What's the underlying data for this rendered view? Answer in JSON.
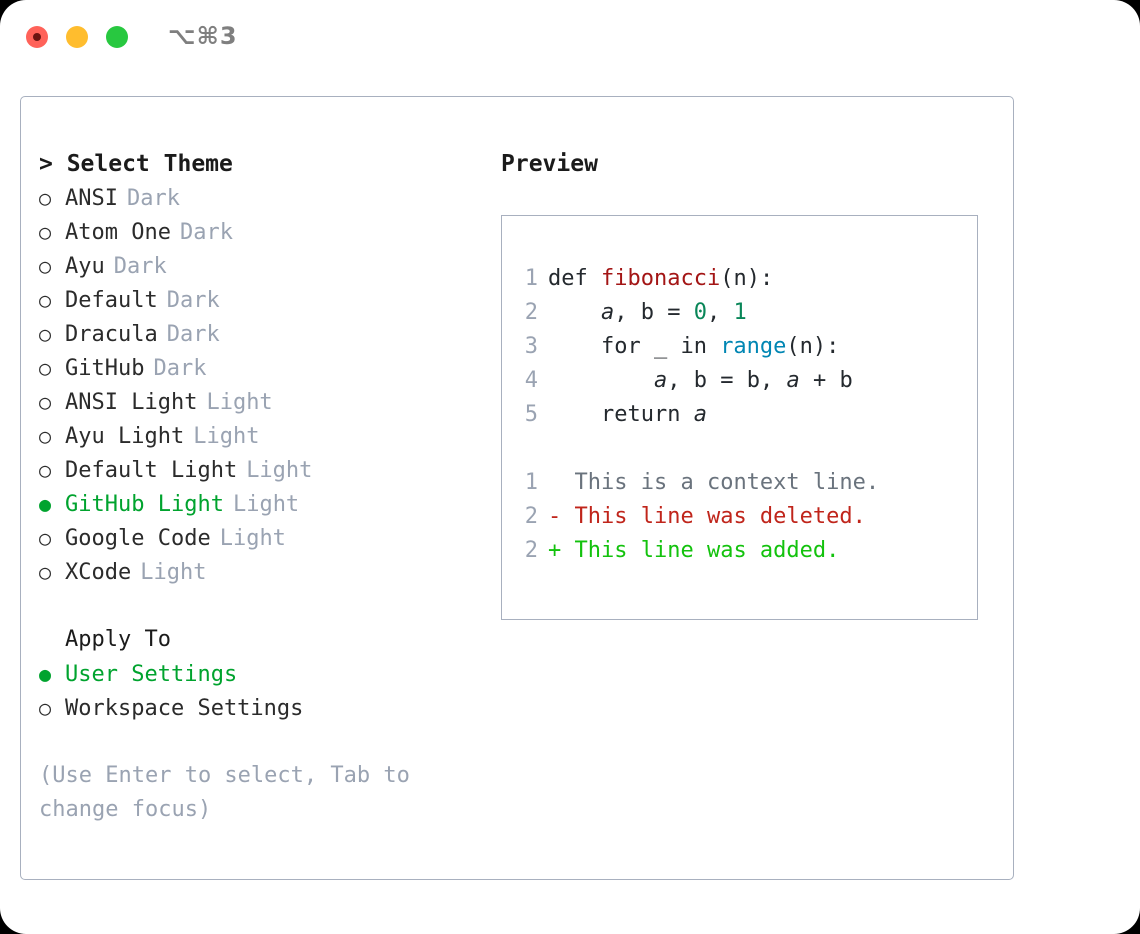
{
  "titlebar": {
    "shortcut": "⌥⌘3",
    "lights": [
      {
        "name": "close-button",
        "color": "#ff6259"
      },
      {
        "name": "minimize-button",
        "color": "#ffbd2e"
      },
      {
        "name": "maximize-button",
        "color": "#28c840"
      }
    ]
  },
  "theme_picker": {
    "header": "> Select Theme",
    "items": [
      {
        "bullet": "○",
        "name": "ANSI",
        "tag": "Dark",
        "selected": false
      },
      {
        "bullet": "○",
        "name": "Atom One",
        "tag": "Dark",
        "selected": false
      },
      {
        "bullet": "○",
        "name": "Ayu",
        "tag": "Dark",
        "selected": false
      },
      {
        "bullet": "○",
        "name": "Default",
        "tag": "Dark",
        "selected": false
      },
      {
        "bullet": "○",
        "name": "Dracula",
        "tag": "Dark",
        "selected": false
      },
      {
        "bullet": "○",
        "name": "GitHub",
        "tag": "Dark",
        "selected": false
      },
      {
        "bullet": "○",
        "name": "ANSI Light",
        "tag": "Light",
        "selected": false
      },
      {
        "bullet": "○",
        "name": "Ayu Light",
        "tag": "Light",
        "selected": false
      },
      {
        "bullet": "○",
        "name": "Default Light",
        "tag": "Light",
        "selected": false
      },
      {
        "bullet": "●",
        "name": "GitHub Light",
        "tag": "Light",
        "selected": true
      },
      {
        "bullet": "○",
        "name": "Google Code",
        "tag": "Light",
        "selected": false
      },
      {
        "bullet": "○",
        "name": "XCode",
        "tag": "Light",
        "selected": false
      }
    ]
  },
  "apply_to": {
    "header": "Apply To",
    "items": [
      {
        "bullet": "●",
        "name": "User Settings",
        "selected": true
      },
      {
        "bullet": "○",
        "name": "Workspace Settings",
        "selected": false
      }
    ]
  },
  "hint": "(Use Enter to select, Tab to change focus)",
  "preview": {
    "title": "Preview",
    "code_lines": [
      {
        "no": "1",
        "segments": [
          {
            "t": "def ",
            "c": "plain"
          },
          {
            "t": "fibonacci",
            "c": "func"
          },
          {
            "t": "(n):",
            "c": "plain"
          }
        ]
      },
      {
        "no": "2",
        "segments": [
          {
            "t": "    ",
            "c": "plain"
          },
          {
            "t": "a",
            "c": "var"
          },
          {
            "t": ", ",
            "c": "plain"
          },
          {
            "t": "b",
            "c": "plain"
          },
          {
            "t": " = ",
            "c": "plain"
          },
          {
            "t": "0",
            "c": "num"
          },
          {
            "t": ", ",
            "c": "plain"
          },
          {
            "t": "1",
            "c": "num"
          }
        ]
      },
      {
        "no": "3",
        "segments": [
          {
            "t": "    for _ in ",
            "c": "plain"
          },
          {
            "t": "range",
            "c": "call"
          },
          {
            "t": "(n):",
            "c": "plain"
          }
        ]
      },
      {
        "no": "4",
        "segments": [
          {
            "t": "        ",
            "c": "plain"
          },
          {
            "t": "a",
            "c": "var"
          },
          {
            "t": ", ",
            "c": "plain"
          },
          {
            "t": "b",
            "c": "plain"
          },
          {
            "t": " = ",
            "c": "plain"
          },
          {
            "t": "b",
            "c": "plain"
          },
          {
            "t": ", ",
            "c": "plain"
          },
          {
            "t": "a",
            "c": "var"
          },
          {
            "t": " + ",
            "c": "plain"
          },
          {
            "t": "b",
            "c": "plain"
          }
        ]
      },
      {
        "no": "5",
        "segments": [
          {
            "t": "    return ",
            "c": "plain"
          },
          {
            "t": "a",
            "c": "var"
          }
        ]
      }
    ],
    "diff_lines": [
      {
        "no": "1",
        "marker": "  ",
        "text": "This is a context line.",
        "kind": "ctx"
      },
      {
        "no": "2",
        "marker": "- ",
        "text": "This line was deleted.",
        "kind": "del"
      },
      {
        "no": "2",
        "marker": "+ ",
        "text": "This line was added.",
        "kind": "add"
      }
    ]
  },
  "colors": {
    "accent_green": "#00a32e",
    "muted": "#9aa3b2",
    "border": "#a8b0bf",
    "func_red": "#a31515",
    "num_teal": "#098658",
    "call_blue": "#0086b3",
    "diff_del": "#c0251b",
    "diff_add": "#13c20d"
  }
}
